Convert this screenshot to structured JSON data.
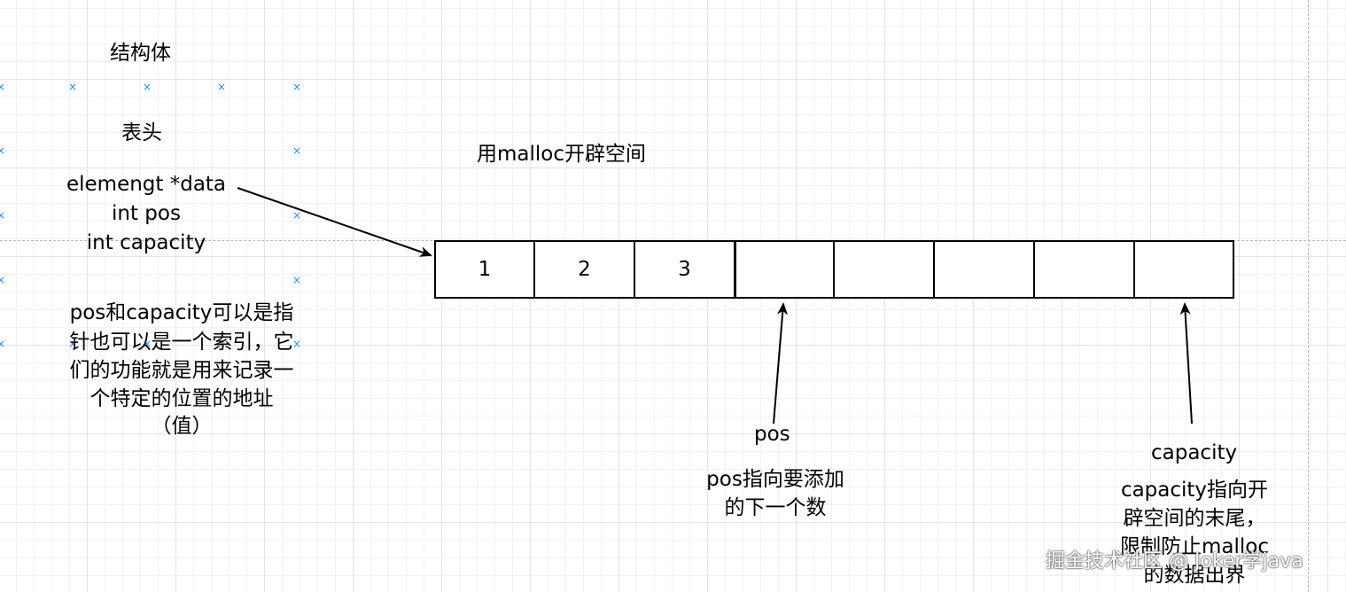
{
  "struct": {
    "title": "结构体",
    "header": "表头",
    "fields": [
      "elemengt *data",
      "int pos",
      "int capacity"
    ],
    "note_lines": [
      "pos和capacity可以是指",
      "针也可以是一个索引，它",
      "们的功能就是用来记录一",
      "个特定的位置的地址",
      "（值）"
    ]
  },
  "array": {
    "caption": "用malloc开辟空间",
    "cells": [
      "1",
      "2",
      "3",
      "",
      "",
      "",
      "",
      ""
    ]
  },
  "pos": {
    "label": "pos",
    "desc_lines": [
      "pos指向要添加",
      "的下一个数"
    ]
  },
  "capacity": {
    "label": "capacity",
    "desc_lines": [
      "capacity指向开",
      "辟空间的末尾，",
      "限制防止malloc",
      "的数据出界"
    ]
  },
  "watermark": "掘金技术社区 @ Joker学java"
}
